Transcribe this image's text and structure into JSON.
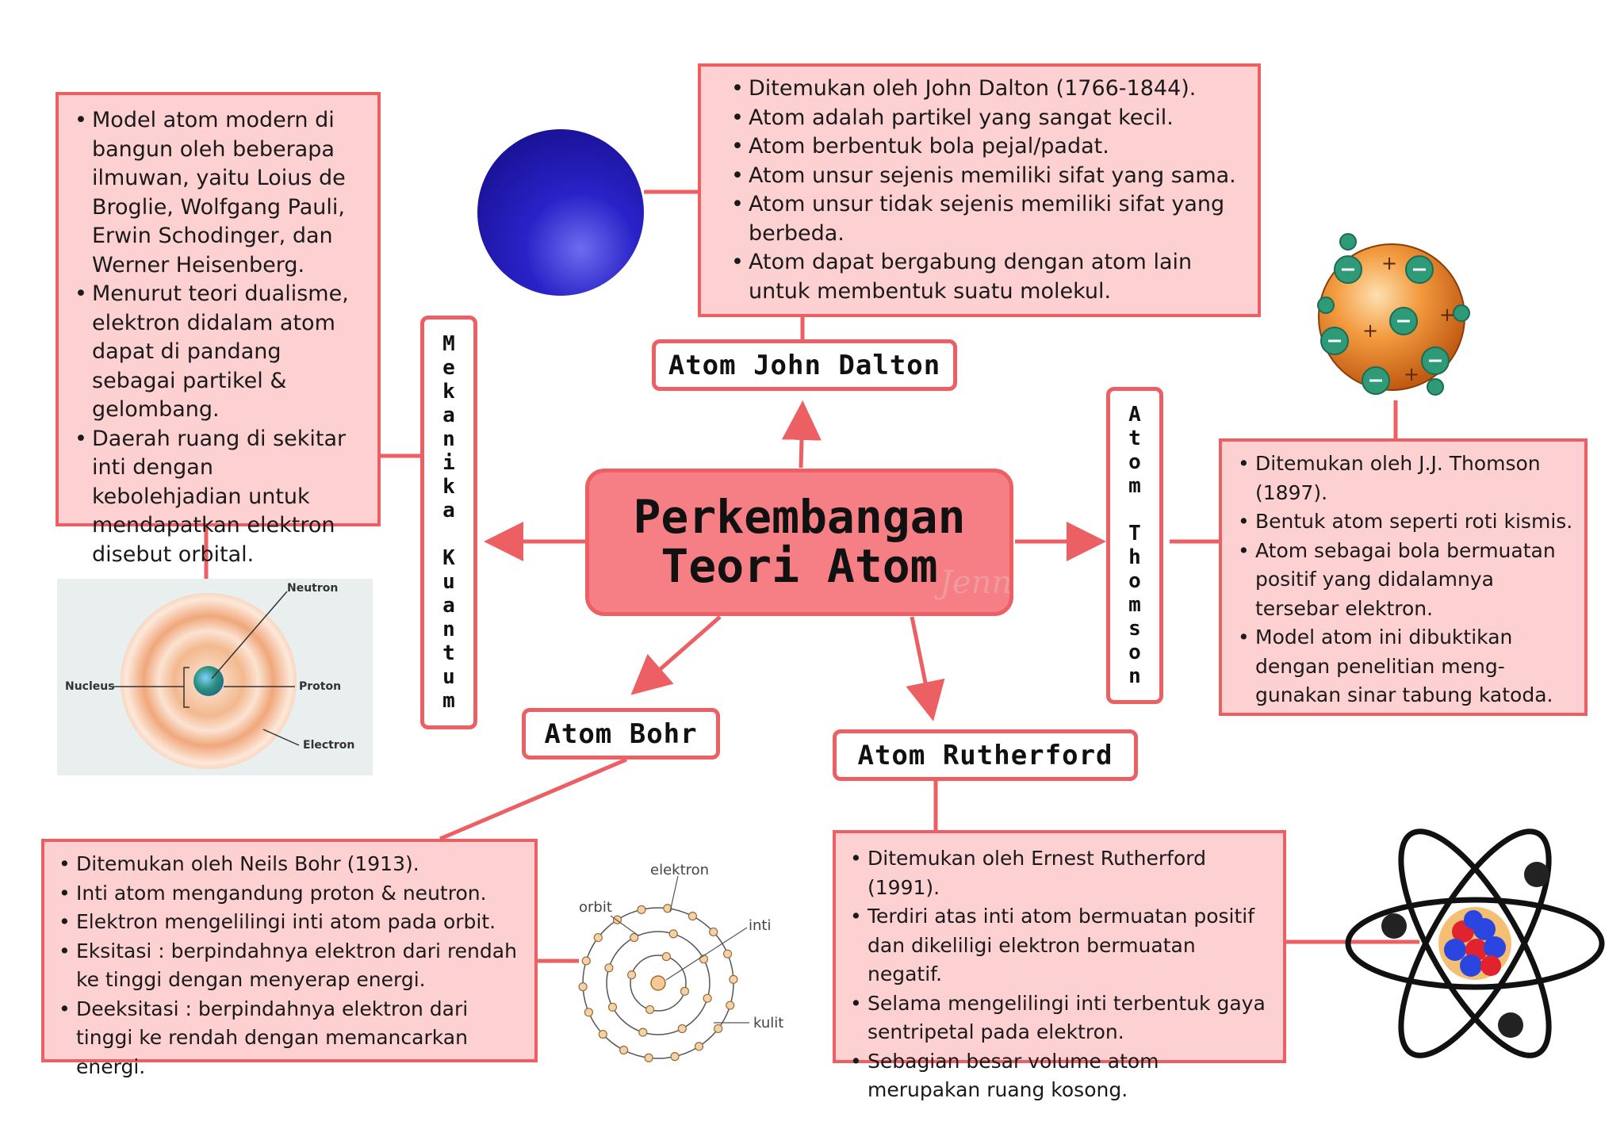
{
  "center": {
    "title_line1": "Perkembangan",
    "title_line2": "Teori Atom",
    "signature": "Jenn"
  },
  "dalton": {
    "label": "Atom John Dalton",
    "points": [
      "Ditemukan oleh John Dalton (1766-1844).",
      "Atom adalah partikel yang sangat kecil.",
      "Atom berbentuk bola pejal/padat.",
      "Atom unsur sejenis memiliki sifat yang sama.",
      "Atom unsur tidak sejenis memiliki sifat yang berbeda.",
      "Atom dapat bergabung dengan atom lain untuk membentuk suatu molekul."
    ]
  },
  "quantum": {
    "label_letters": [
      "M",
      "e",
      "k",
      "a",
      "n",
      "i",
      "k",
      "a",
      "",
      "K",
      "u",
      "a",
      "n",
      "t",
      "u",
      "m"
    ],
    "points": [
      "Model atom modern di bangun oleh beberapa ilmuwan, yaitu Loius de Broglie, Wolfgang Pauli, Erwin Schodinger, dan Werner Heisenberg.",
      "Menurut teori dualisme, elektron didalam atom dapat di pandang sebagai partikel & gelombang.",
      "Daerah ruang di sekitar inti dengan kebolehjadian untuk mendapatkan elektron disebut orbital."
    ],
    "diagram": {
      "neutron": "Neutron",
      "nucleus": "Nucleus",
      "proton": "Proton",
      "electron": "Electron"
    }
  },
  "thomson": {
    "label_letters": [
      "A",
      "t",
      "o",
      "m",
      "",
      "T",
      "h",
      "o",
      "m",
      "s",
      "o",
      "n"
    ],
    "points": [
      "Ditemukan oleh J.J. Thomson (1897).",
      "Bentuk atom seperti roti kismis.",
      "Atom sebagai bola bermuatan positif yang didalamnya tersebar elektron.",
      "Model atom ini dibuktikan dengan penelitian meng-gunakan sinar tabung katoda."
    ]
  },
  "bohr": {
    "label": "Atom Bohr",
    "points": [
      "Ditemukan oleh Neils Bohr (1913).",
      "Inti atom mengandung proton & neutron.",
      "Elektron mengelilingi inti atom pada orbit.",
      "Eksitasi : berpindahnya elektron dari rendah ke tinggi dengan menyerap energi.",
      "Deeksitasi : berpindahnya elektron dari tinggi ke rendah dengan memancarkan energi."
    ],
    "diagram": {
      "elektron": "elektron",
      "orbit": "orbit",
      "inti": "inti",
      "kulit": "kulit"
    }
  },
  "rutherford": {
    "label": "Atom Rutherford",
    "points": [
      "Ditemukan oleh Ernest Rutherford (1991).",
      "Terdiri atas inti atom bermuatan positif dan dikeliligi elektron bermuatan negatif.",
      "Selama mengelilingi inti terbentuk gaya sentripetal pada elektron.",
      "Sebagian besar volume atom merupakan ruang kosong."
    ]
  },
  "colors": {
    "accent": "#ec5f63",
    "box_fill": "#fdd0d2",
    "center_fill": "#f57f85",
    "sphere": "#2a22c8"
  }
}
